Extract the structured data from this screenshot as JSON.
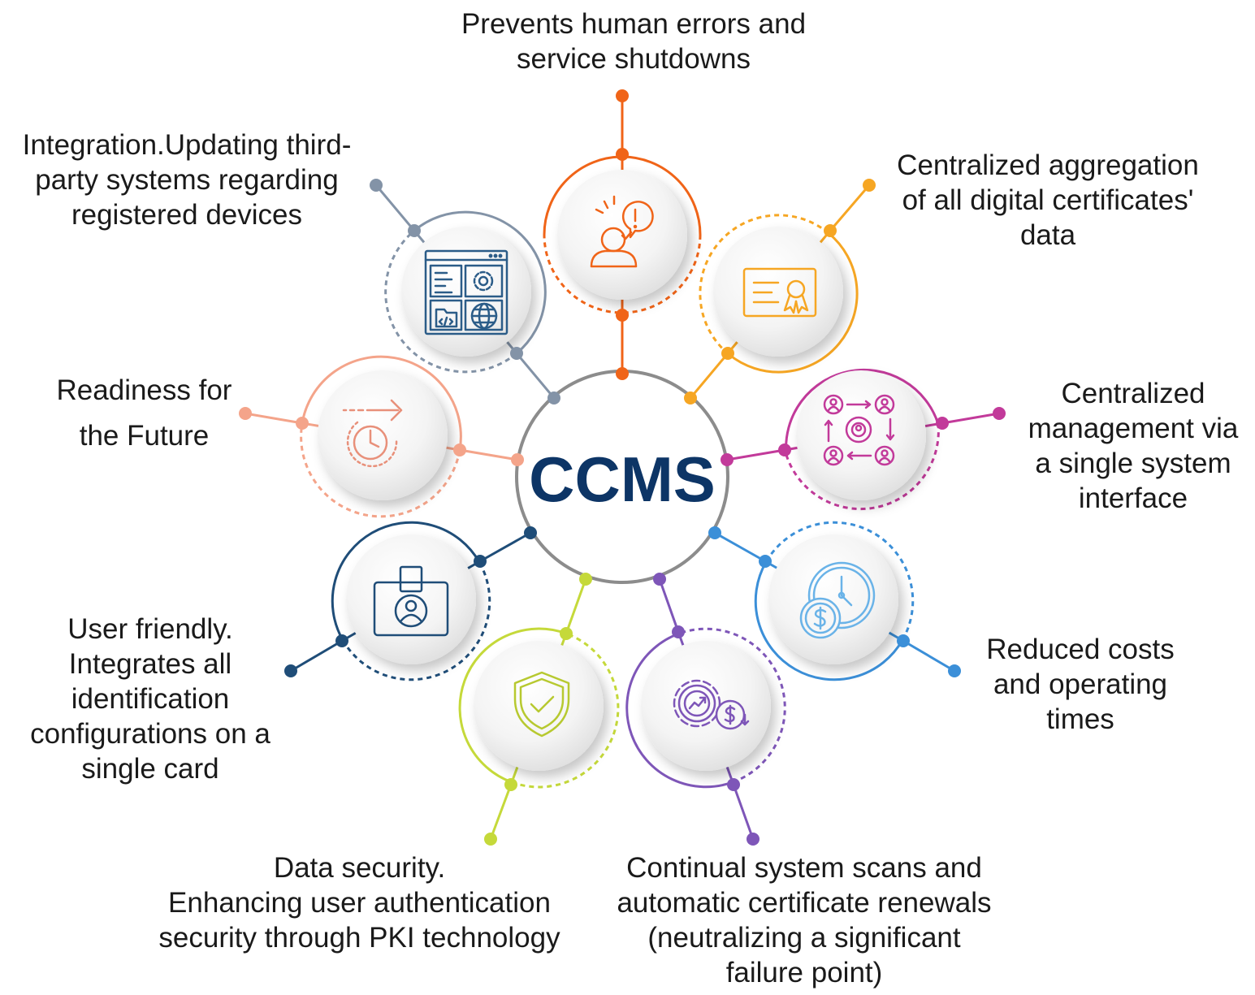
{
  "center": {
    "title": "CCMS",
    "color": "#0d3566"
  },
  "features": [
    {
      "id": "human-errors",
      "text": "Prevents human errors and\nservice shutdowns",
      "color": "#f06418",
      "icon": "person-alert-icon"
    },
    {
      "id": "aggregation",
      "text": "Centralized aggregation\nof all digital certificates'\ndata",
      "color": "#f6a623",
      "icon": "certificate-icon"
    },
    {
      "id": "management",
      "text": "Centralized\nmanagement via\na single system\ninterface",
      "color": "#c23a9a",
      "icon": "user-network-icon"
    },
    {
      "id": "costs",
      "text": "Reduced costs\nand operating\ntimes",
      "color": "#3b8fd8",
      "icon": "clock-dollar-icon"
    },
    {
      "id": "scans",
      "text": "Continual system scans and\nautomatic certificate renewals\n(neutralizing a significant\nfailure point)",
      "color": "#7e56b8",
      "icon": "gear-chart-dollar-icon"
    },
    {
      "id": "security",
      "text": "Data security.\nEnhancing user authentication\nsecurity through PKI technology",
      "color": "#c5d93a",
      "icon": "shield-check-icon"
    },
    {
      "id": "user-friendly",
      "text": "User friendly.\nIntegrates all\nidentification\nconfigurations on a\nsingle card",
      "color": "#1f4d78",
      "icon": "id-badge-icon"
    },
    {
      "id": "future",
      "text": "Readiness for\nthe Future",
      "color": "#f4a48a",
      "icon": "clock-arrow-icon"
    },
    {
      "id": "integration",
      "text": "Integration.Updating third-\nparty systems regarding\nregistered devices",
      "color": "#8393a7",
      "icon": "app-window-icon"
    }
  ]
}
